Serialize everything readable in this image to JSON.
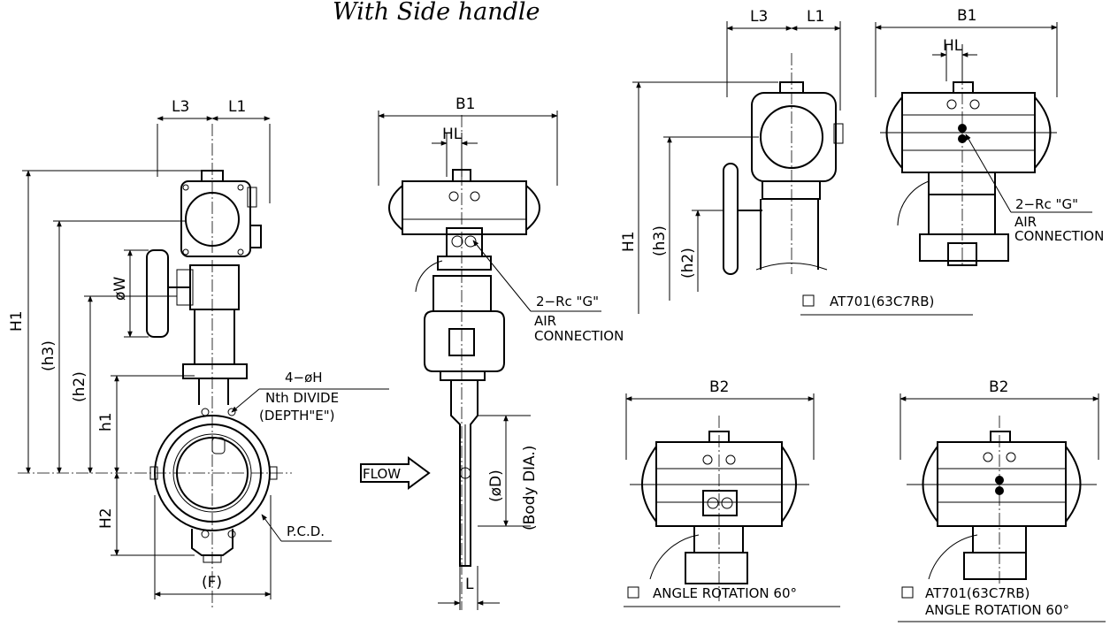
{
  "title": "With Side handle",
  "main_view": {
    "dims": {
      "L3": "L3",
      "L1": "L1",
      "H1": "H1",
      "h3": "(h3)",
      "h2": "(h2)",
      "h1": "h1",
      "H2": "H2",
      "W": "øW",
      "F": "(F)"
    },
    "callouts": {
      "bolt_holes": "4−øH",
      "nth_divide": "Nth DIVIDE",
      "depth": "(DEPTH\"E\")",
      "pcd": "P.C.D."
    }
  },
  "side_view": {
    "dims": {
      "B1": "B1",
      "HL": "HL",
      "D": "(øD)",
      "body_dia": "(Body DIA.)",
      "L": "L"
    },
    "flow": "FLOW",
    "air_port": "2−Rc \"G\"",
    "air_line1": "AIR",
    "air_line2": "CONNECTION"
  },
  "at701_view": {
    "dims": {
      "L3": "L3",
      "L1": "L1",
      "B1": "B1",
      "HL": "HL",
      "H1": "H1",
      "h3": "(h3)",
      "h2": "(h2)"
    },
    "air_port": "2−Rc \"G\"",
    "air_line1": "AIR",
    "air_line2": "CONNECTION",
    "caption": "AT701(63C7RB)"
  },
  "angle_view": {
    "dims": {
      "B2": "B2"
    },
    "caption": "ANGLE ROTATION 60°"
  },
  "at701_angle_view": {
    "dims": {
      "B2": "B2"
    },
    "caption_line1": "AT701(63C7RB)",
    "caption_line2": "ANGLE ROTATION 60°"
  }
}
